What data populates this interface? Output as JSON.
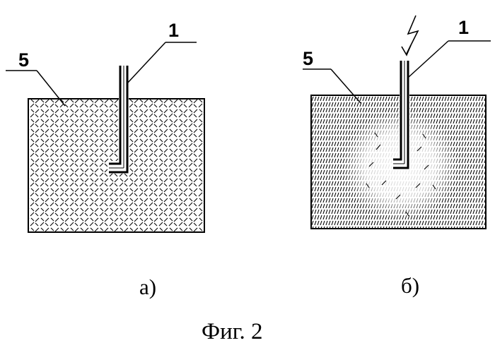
{
  "panel_a": {
    "caption": "а)",
    "label_electrode": "1",
    "label_medium": "5"
  },
  "panel_b": {
    "caption": "б)",
    "label_electrode": "1",
    "label_medium": "5"
  },
  "figure_caption": "Фиг. 2",
  "colors": {
    "ink": "#000000",
    "background": "#ffffff"
  }
}
